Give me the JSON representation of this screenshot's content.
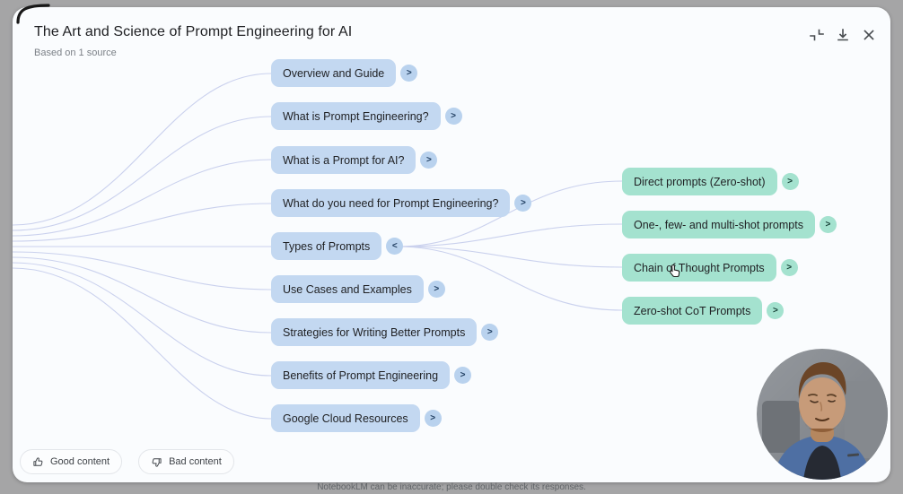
{
  "window": {
    "title": "The Art and Science of Prompt Engineering for AI",
    "subtitle": "Based on 1 source",
    "controls": {
      "collapse_icon": "collapse-diagonal-icon",
      "download_icon": "download-icon",
      "close_icon": "close-icon"
    }
  },
  "mindmap": {
    "root_nodes": [
      {
        "label": "Overview and Guide",
        "chevron": ">"
      },
      {
        "label": "What is Prompt Engineering?",
        "chevron": ">"
      },
      {
        "label": "What is a Prompt for AI?",
        "chevron": ">"
      },
      {
        "label": "What do you need for Prompt Engineering?",
        "chevron": ">"
      },
      {
        "label": "Types of Prompts",
        "chevron": "<",
        "expanded": true
      },
      {
        "label": "Use Cases and Examples",
        "chevron": ">"
      },
      {
        "label": "Strategies for Writing Better Prompts",
        "chevron": ">"
      },
      {
        "label": "Benefits of Prompt Engineering",
        "chevron": ">"
      },
      {
        "label": "Google Cloud Resources",
        "chevron": ">"
      }
    ],
    "child_nodes": [
      {
        "label": "Direct prompts (Zero-shot)",
        "chevron": ">"
      },
      {
        "label": "One-, few- and multi-shot prompts",
        "chevron": ">"
      },
      {
        "label": "Chain of Thought Prompts",
        "chevron": ">"
      },
      {
        "label": "Zero-shot CoT Prompts",
        "chevron": ">"
      }
    ],
    "colors": {
      "root_node_fill": "#c3d8f1",
      "child_node_fill": "#a4e2cf",
      "connector_line": "#c8cfed"
    }
  },
  "feedback": {
    "good_label": "Good content",
    "bad_label": "Bad content"
  },
  "footer": {
    "disclaimer": "NotebookLM can be inaccurate; please double check its responses."
  }
}
